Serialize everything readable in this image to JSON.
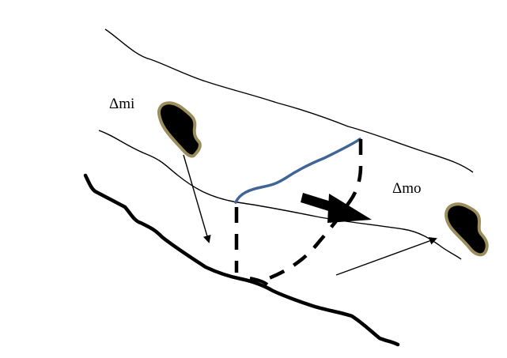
{
  "diagram": {
    "labels": {
      "mass_in": "Δmi",
      "mass_out": "Δmo"
    },
    "colors": {
      "background": "#ffffff",
      "line": "#000000",
      "blue_surface": "#3f6496",
      "blob_fill": "#000000",
      "blob_outline": "#9c8d5c"
    },
    "elements": [
      "upper-boundary-line",
      "middle-boundary-line",
      "lower-bed-line",
      "blue-surface-line",
      "dashed-control-volume",
      "flow-direction-arrow",
      "mass-in-blob",
      "mass-out-blob",
      "mass-in-arrow",
      "mass-out-arrow"
    ]
  }
}
